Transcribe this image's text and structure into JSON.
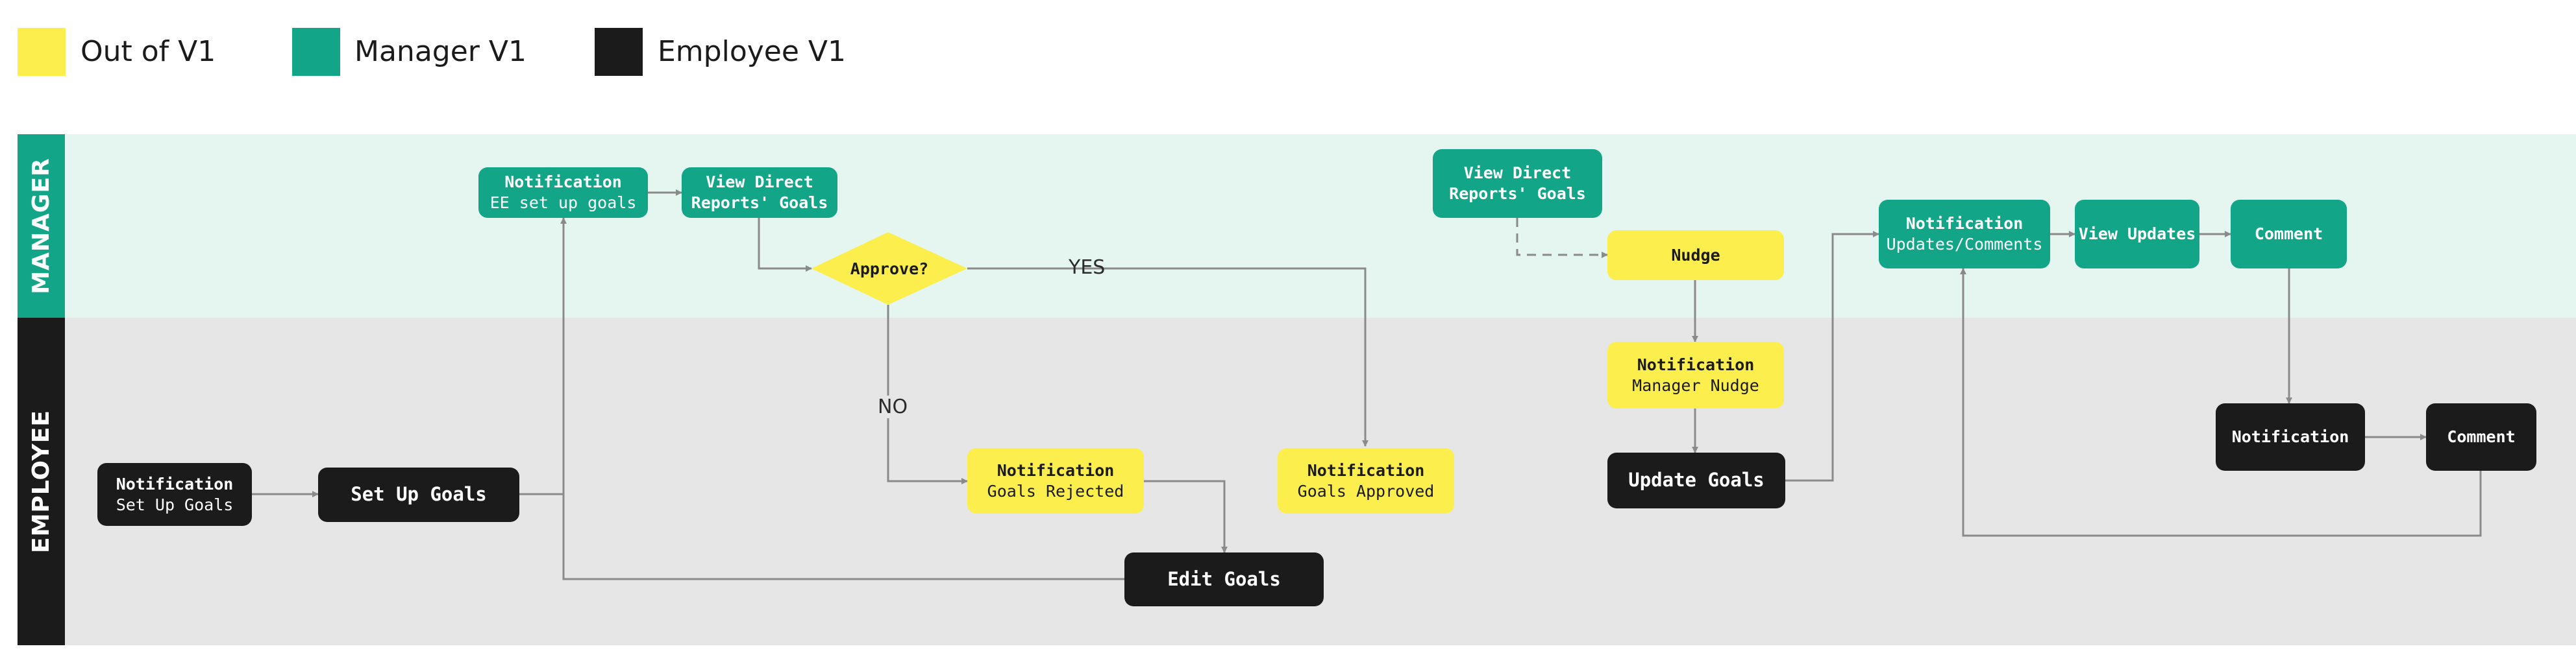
{
  "legend": {
    "out_of_v1": {
      "label": "Out of V1",
      "color": "#fbee4d"
    },
    "manager_v1": {
      "label": "Manager V1",
      "color": "#13a587"
    },
    "employee_v1": {
      "label": "Employee V1",
      "color": "#1b1b1b"
    }
  },
  "lanes": {
    "manager": {
      "label": "MANAGER",
      "tab_color": "#13a587",
      "bg_color": "#e5f6f1"
    },
    "employee": {
      "label": "EMPLOYEE",
      "tab_color": "#1b1b1b",
      "bg_color": "#e6e6e6"
    }
  },
  "nodes": {
    "notif_setup": {
      "title": "Notification",
      "sub": "Set Up Goals"
    },
    "setup_goals": {
      "title": "Set Up Goals"
    },
    "notif_ee_setup": {
      "title": "Notification",
      "sub": "EE set up goals"
    },
    "view_direct_1": {
      "title": "View Direct",
      "sub": "Reports' Goals"
    },
    "approve": {
      "title": "Approve?"
    },
    "notif_rejected": {
      "title": "Notification",
      "sub": "Goals Rejected"
    },
    "notif_approved": {
      "title": "Notification",
      "sub": "Goals Approved"
    },
    "edit_goals": {
      "title": "Edit Goals"
    },
    "view_direct_2": {
      "title": "View Direct",
      "sub": "Reports' Goals"
    },
    "nudge": {
      "title": "Nudge"
    },
    "notif_nudge": {
      "title": "Notification",
      "sub": "Manager Nudge"
    },
    "update_goals": {
      "title": "Update Goals"
    },
    "notif_updates": {
      "title": "Notification",
      "sub": "Updates/Comments"
    },
    "view_updates": {
      "title": "View Updates"
    },
    "comment_mgr": {
      "title": "Comment"
    },
    "notif_emp": {
      "title": "Notification"
    },
    "comment_emp": {
      "title": "Comment"
    }
  },
  "edge_labels": {
    "yes": "YES",
    "no": "NO"
  },
  "colors": {
    "connector": "#8a8a8a"
  }
}
